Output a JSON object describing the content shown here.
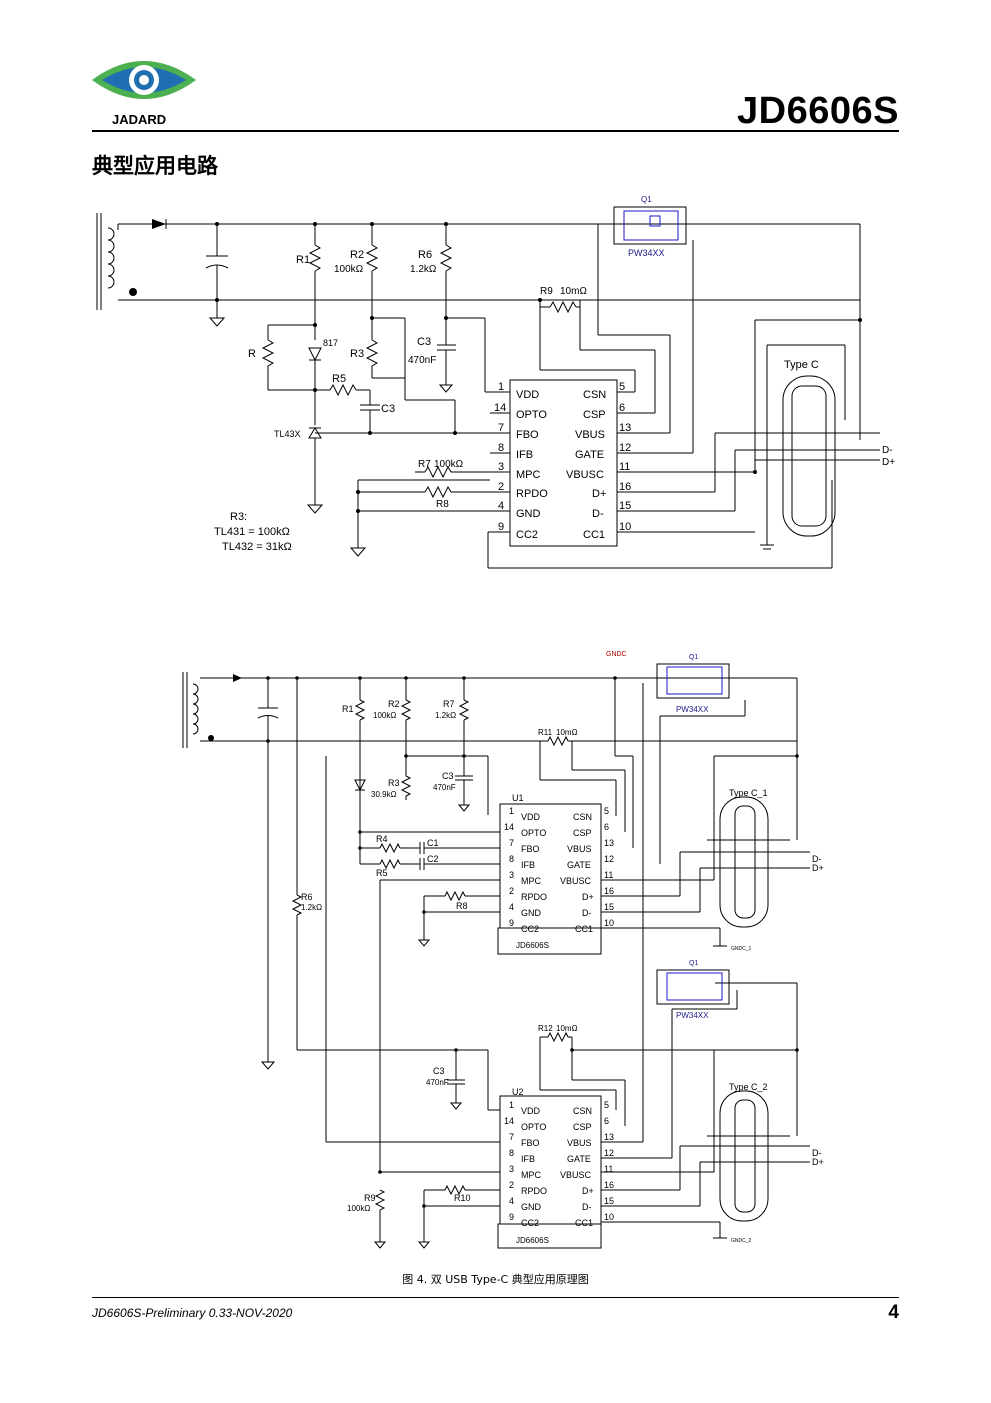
{
  "header": {
    "brand": "JADARD",
    "doc_title": "JD6606S",
    "section_title": "典型应用电路"
  },
  "schematic1": {
    "r1": "R1",
    "r2": "R2",
    "r2v": "100kΩ",
    "r6": "R6",
    "r6v": "1.2kΩ",
    "r9": "R9",
    "r9v": "10mΩ",
    "r": "R",
    "opto": "817",
    "r3": "R3",
    "c3": "C3",
    "c3v": "470nF",
    "r5": "R5",
    "c3b": "C3",
    "tl": "TL43X",
    "r7": "R7",
    "r7v": "100kΩ",
    "r8": "R8",
    "note1": "R3:",
    "note2": "TL431 = 100kΩ",
    "note3": "TL432 = 31kΩ",
    "q1": "Q1",
    "pw": "PW34XX",
    "typec": "Type C",
    "dm": "D-",
    "dp": "D+",
    "pins": [
      {
        "n": "1",
        "l": "VDD",
        "rn": "5",
        "rl": "CSN"
      },
      {
        "n": "14",
        "l": "OPTO",
        "rn": "6",
        "rl": "CSP"
      },
      {
        "n": "7",
        "l": "FBO",
        "rn": "13",
        "rl": "VBUS"
      },
      {
        "n": "8",
        "l": "IFB",
        "rn": "12",
        "rl": "GATE"
      },
      {
        "n": "3",
        "l": "MPC",
        "rn": "11",
        "rl": "VBUSC"
      },
      {
        "n": "2",
        "l": "RPDO",
        "rn": "16",
        "rl": "D+"
      },
      {
        "n": "4",
        "l": "GND",
        "rn": "15",
        "rl": "D-"
      },
      {
        "n": "9",
        "l": "CC2",
        "rn": "10",
        "rl": "CC1"
      }
    ]
  },
  "schematic2": {
    "gndc": "GNDC",
    "q1": "Q1",
    "pw": "PW34XX",
    "r1": "R1",
    "r2": "R2",
    "r2v": "100kΩ",
    "r7": "R7",
    "r7v": "1.2kΩ",
    "r11": "R11",
    "r11v": "10mΩ",
    "r3": "R3",
    "r3v": "30.9kΩ",
    "c3": "C3",
    "c3v": "470nF",
    "u1": "U1",
    "r4": "R4",
    "c1": "C1",
    "c2": "C2",
    "r5": "R5",
    "r6": "R6",
    "r6v": "1.2kΩ",
    "r8": "R8",
    "chip": "JD6606S",
    "typec1": "Type C_1",
    "gndc1": "GNDC_1",
    "dm": "D-",
    "dp": "D+",
    "r12": "R12",
    "r12v": "10mΩ",
    "u2": "U2",
    "r9": "R9",
    "r9v": "100kΩ",
    "r10": "R10",
    "typec2": "Type C_2",
    "gndc2": "GNDC_2"
  },
  "caption": "图 4.  双 USB Type-C 典型应用原理图",
  "footer": {
    "text": "JD6606S-Preliminary 0.33-NOV-2020",
    "page": "4"
  },
  "colors": {
    "logo_blue": "#1f6fb2",
    "logo_green": "#4caf50",
    "q_blue": "#1a1acd",
    "q_label": "#1a1a8c",
    "gndc_red": "#b00000"
  }
}
